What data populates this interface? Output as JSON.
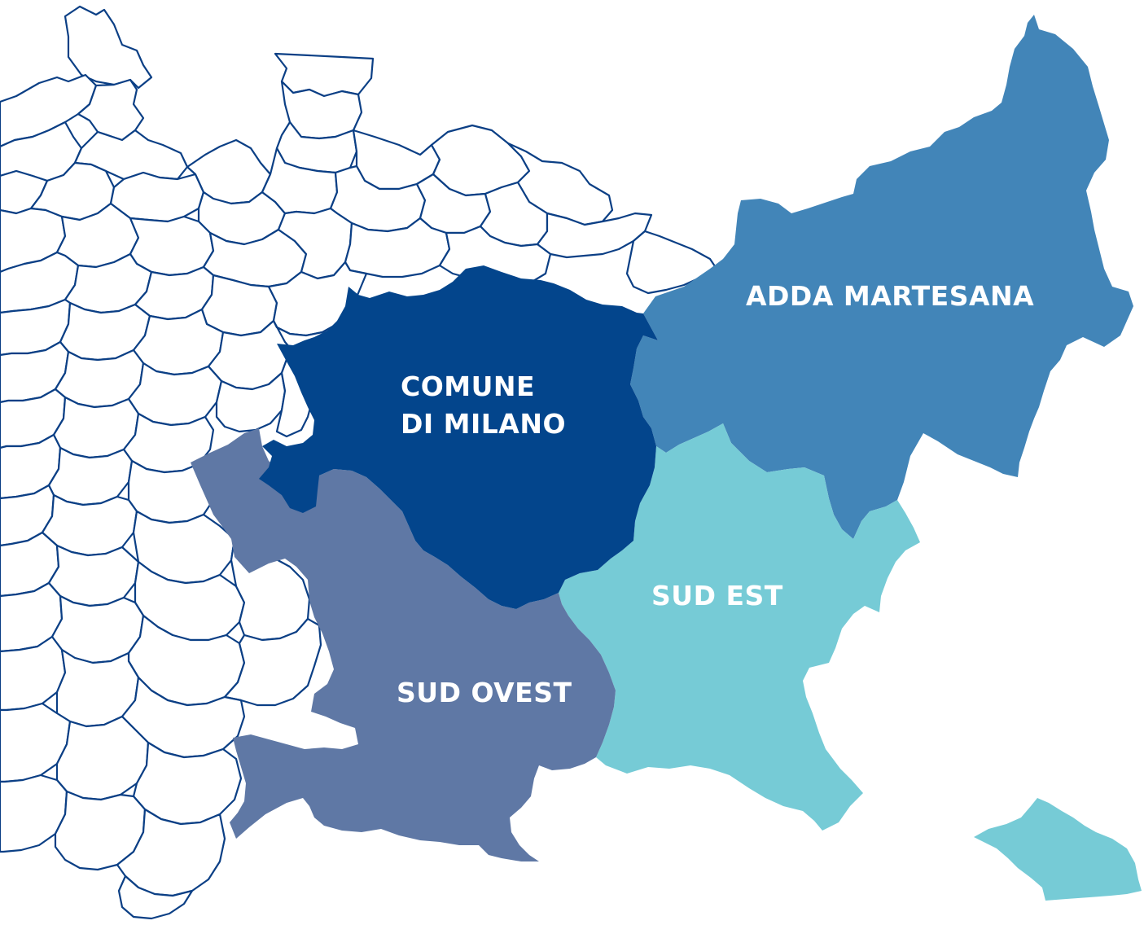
{
  "map": {
    "colors": {
      "background": "#ffffff",
      "municipality_fill": "#ffffff",
      "municipality_border": "#0b3f85"
    },
    "regions": [
      {
        "id": "comune-di-milano",
        "lines": [
          "COMUNE",
          "DI MILANO"
        ],
        "color": "#03458c"
      },
      {
        "id": "adda-martesana",
        "lines": [
          "ADDA MARTESANA"
        ],
        "color": "#4285b8"
      },
      {
        "id": "sud-est",
        "lines": [
          "SUD EST"
        ],
        "color": "#76cbd6"
      },
      {
        "id": "sud-ovest",
        "lines": [
          "SUD OVEST"
        ],
        "color": "#5f78a5"
      }
    ]
  }
}
